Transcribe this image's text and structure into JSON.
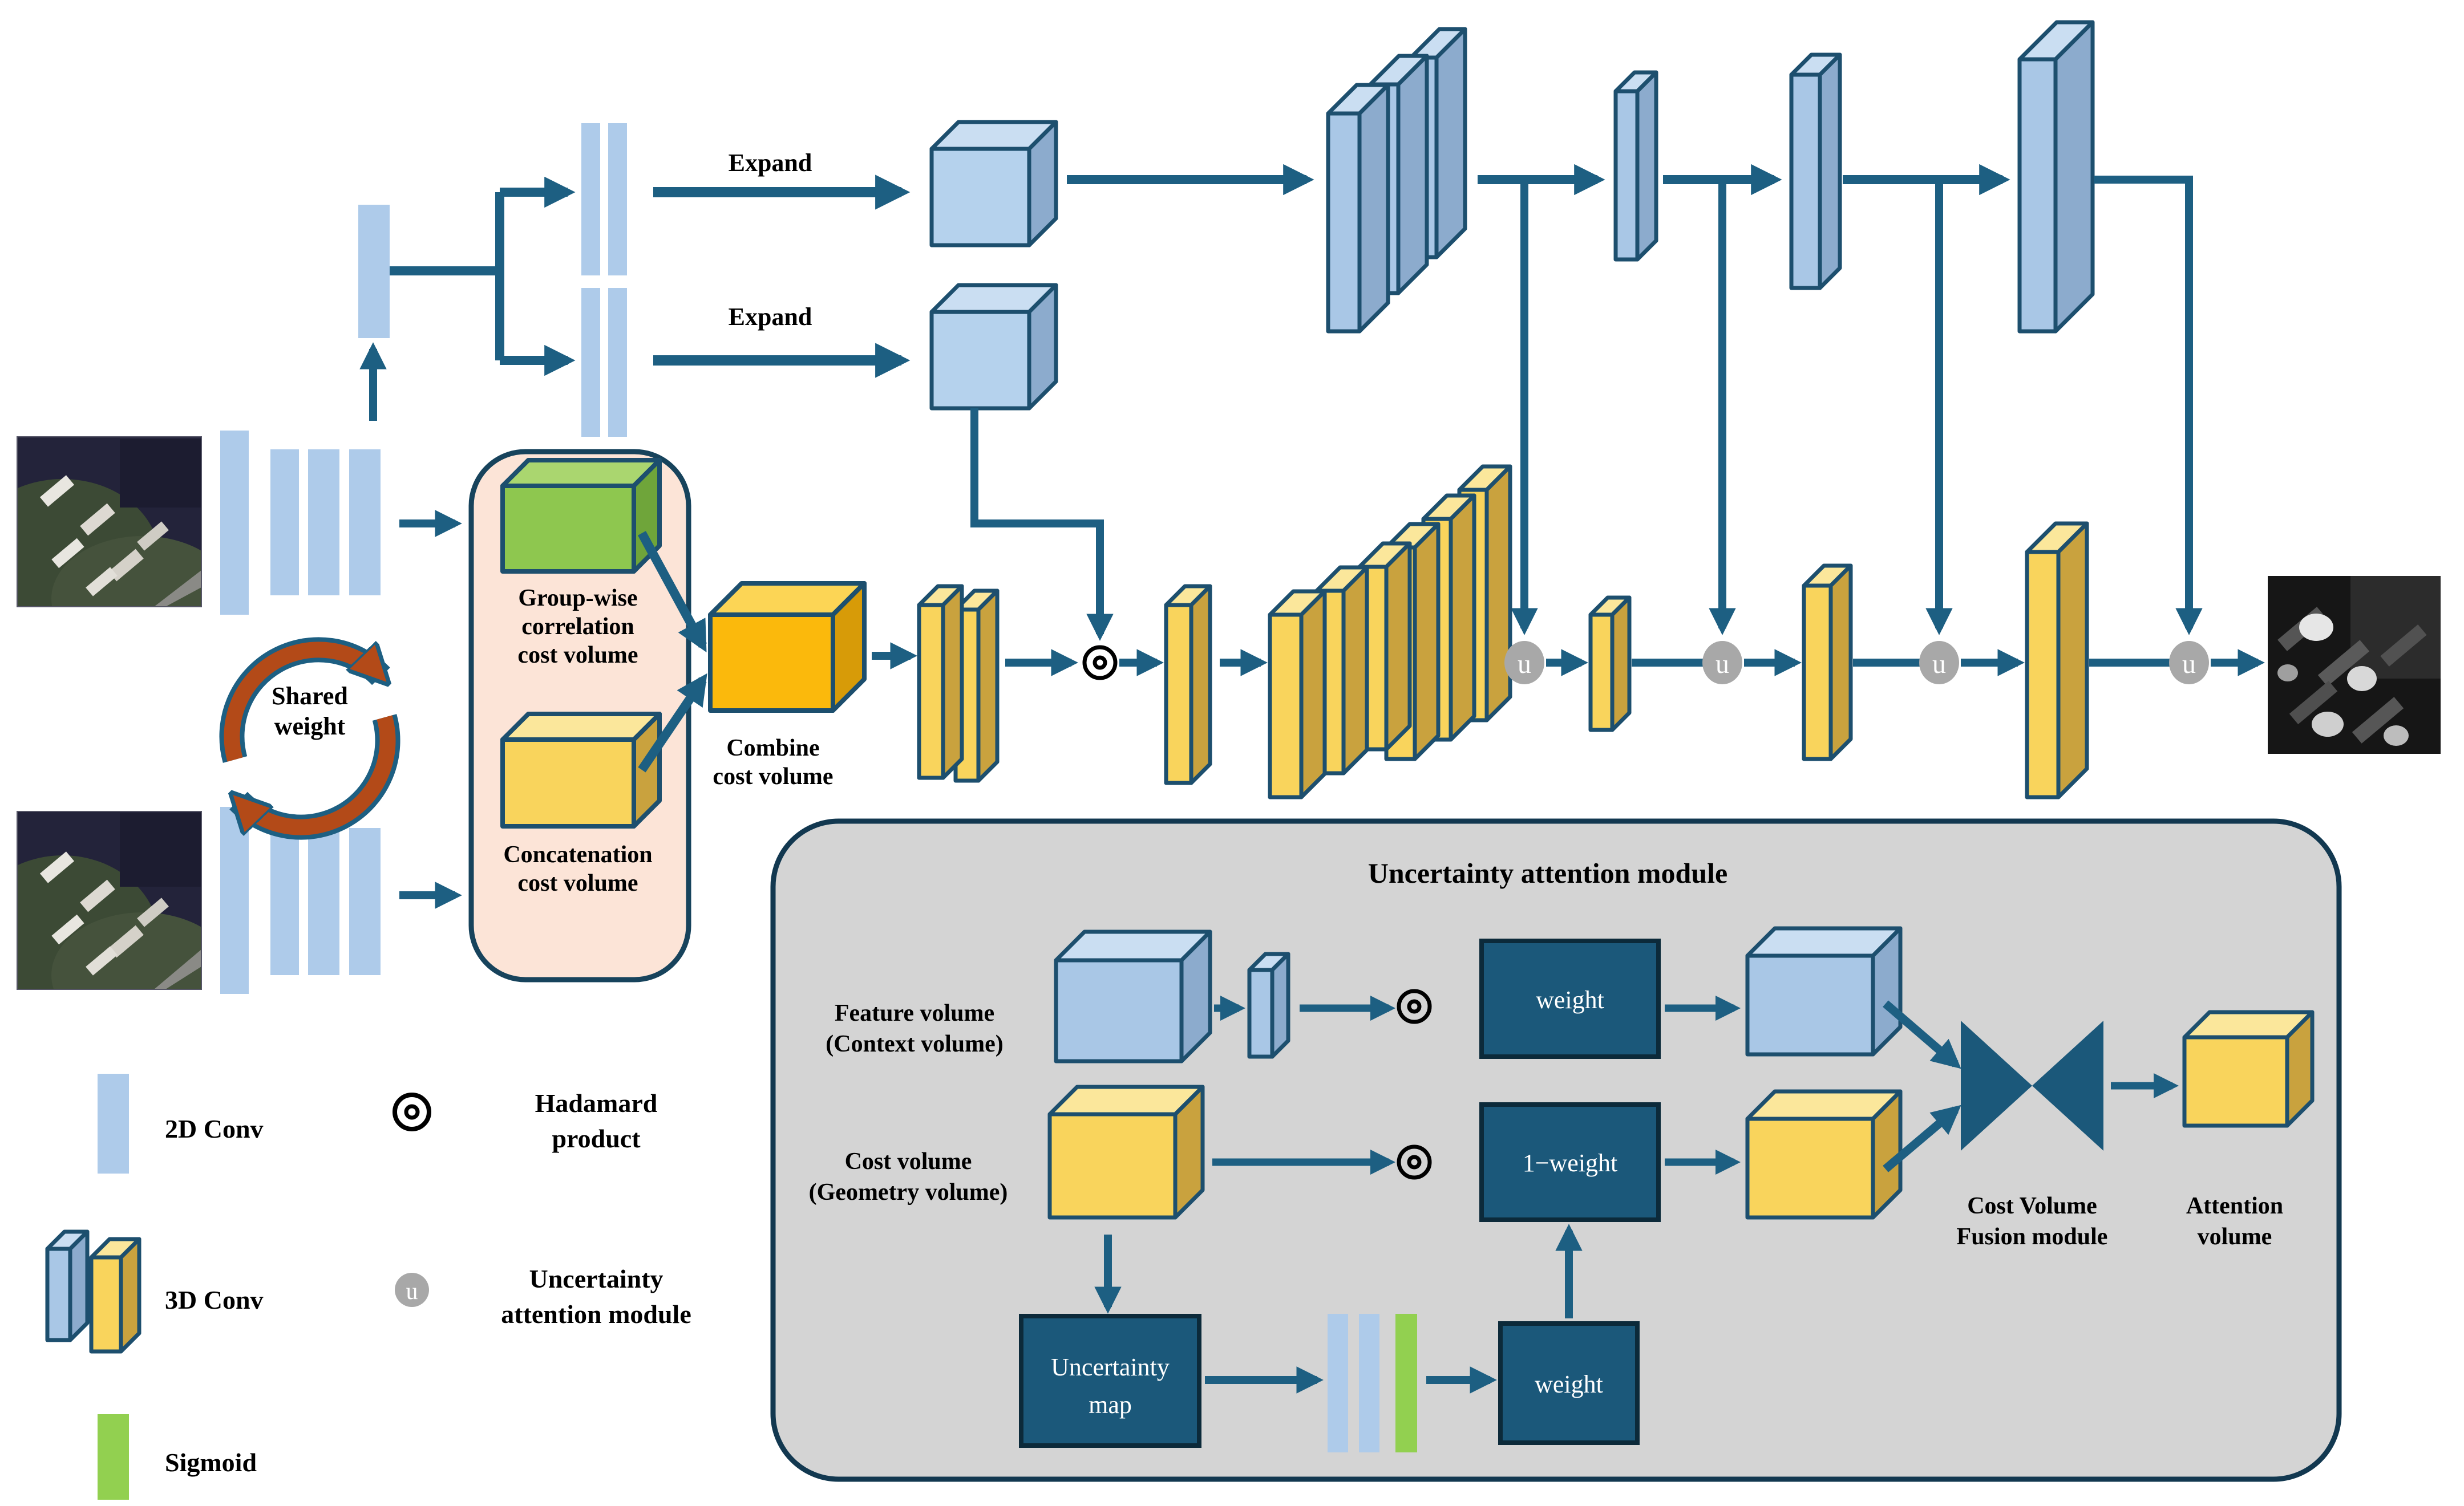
{
  "figure": {
    "type": "architecture-diagram",
    "description": "Multi-view stereo depth estimation network with uncertainty attention module"
  },
  "labels": {
    "expand1": "Expand",
    "expand2": "Expand",
    "shared": [
      "Shared",
      "weight"
    ],
    "groupwise": [
      "Group-wise",
      "correlation",
      "cost volume"
    ],
    "concat": [
      "Concatenation",
      "cost volume"
    ],
    "combine": [
      "Combine",
      "cost volume"
    ],
    "uam_title": "Uncertainty attention module",
    "feature": [
      "Feature volume",
      "(Context volume)"
    ],
    "cost": [
      "Cost volume",
      "(Geometry volume)"
    ],
    "weight_top": "weight",
    "one_minus_weight": "1−weight",
    "umap": [
      "Uncertainty",
      "map"
    ],
    "weight_bottom": "weight",
    "cvf": [
      "Cost Volume",
      "Fusion module"
    ],
    "attention": [
      "Attention",
      "volume"
    ],
    "u": "u"
  },
  "legend": {
    "conv2d": "2D Conv",
    "conv3d": "3D Conv",
    "sigmoid": "Sigmoid",
    "hadamard": [
      "Hadamard",
      "product"
    ],
    "uam": [
      "Uncertainty",
      "attention module"
    ]
  },
  "colors": {
    "arrow_teal": "#1d5f82",
    "bar_blue": "#aecbea",
    "slab_blue_front": "#a9c7e6",
    "slab_blue_top": "#cadef2",
    "slab_blue_side": "#8cabcd",
    "slab_yellow_front": "#f9d45c",
    "slab_yellow_top": "#fbe79b",
    "slab_yellow_side": "#c9a23e",
    "green_cube": "#8ec74f",
    "orange_cube": "#fbb90c",
    "pink_box_fill": "#fce4d7",
    "pink_box_border": "#17435c",
    "gray_box_fill": "#d4d4d4",
    "gray_box_border": "#123850",
    "dark_box": "#1b587a",
    "u_gray": "#a8a8a8",
    "sigmoid_green": "#92d050",
    "shared_arrow_orange": "#b34a18"
  }
}
